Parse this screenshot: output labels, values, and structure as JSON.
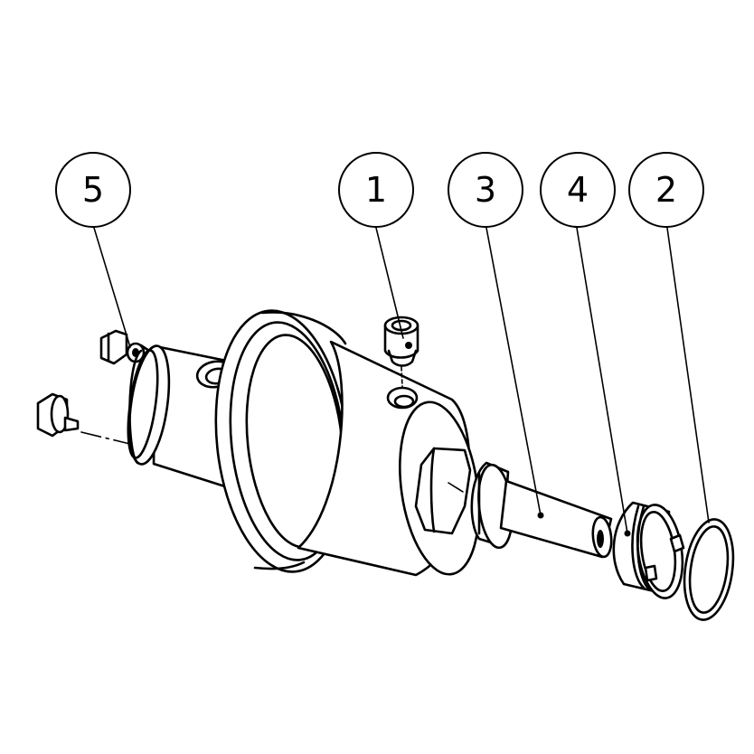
{
  "callouts": [
    {
      "id": "5",
      "label": "5"
    },
    {
      "id": "1",
      "label": "1"
    },
    {
      "id": "3",
      "label": "3"
    },
    {
      "id": "4",
      "label": "4"
    },
    {
      "id": "2",
      "label": "2"
    }
  ],
  "colors": {
    "line": "#000000",
    "background": "#ffffff"
  }
}
